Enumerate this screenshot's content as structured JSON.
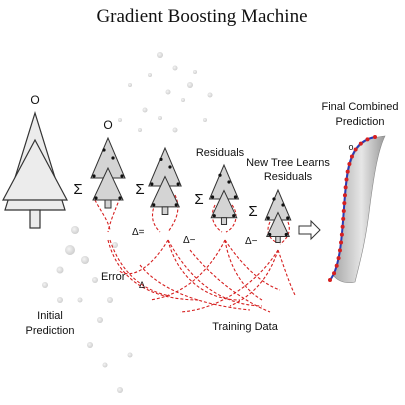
{
  "title": "Gradient Boosting Machine",
  "labels": {
    "initial_o": "O",
    "second_o": "O",
    "residuals": "Residuals",
    "new_tree_line1": "New Tree Learns",
    "new_tree_line2": "Residuals",
    "final_line1": "Final Combined",
    "final_line2": "Prediction",
    "error": "Error",
    "initial_line1": "Initial",
    "initial_line2": "Prediction",
    "training_data": "Training Data",
    "delta_eq": "Δ=",
    "delta_minus_1": "Δ−",
    "delta_minus_2": "Δ−",
    "delta_small": "Δ",
    "sigma": "Σ",
    "small_o": "o"
  },
  "colors": {
    "tree_fill": "#d4d4d4",
    "tree_stroke": "#333333",
    "error_dash": "#d62020",
    "curve_blue": "#2a3bb5",
    "curve_red": "#d62020"
  },
  "icons": {
    "arrow": "hollow-right-arrow-icon",
    "sum": "sigma-icon"
  }
}
